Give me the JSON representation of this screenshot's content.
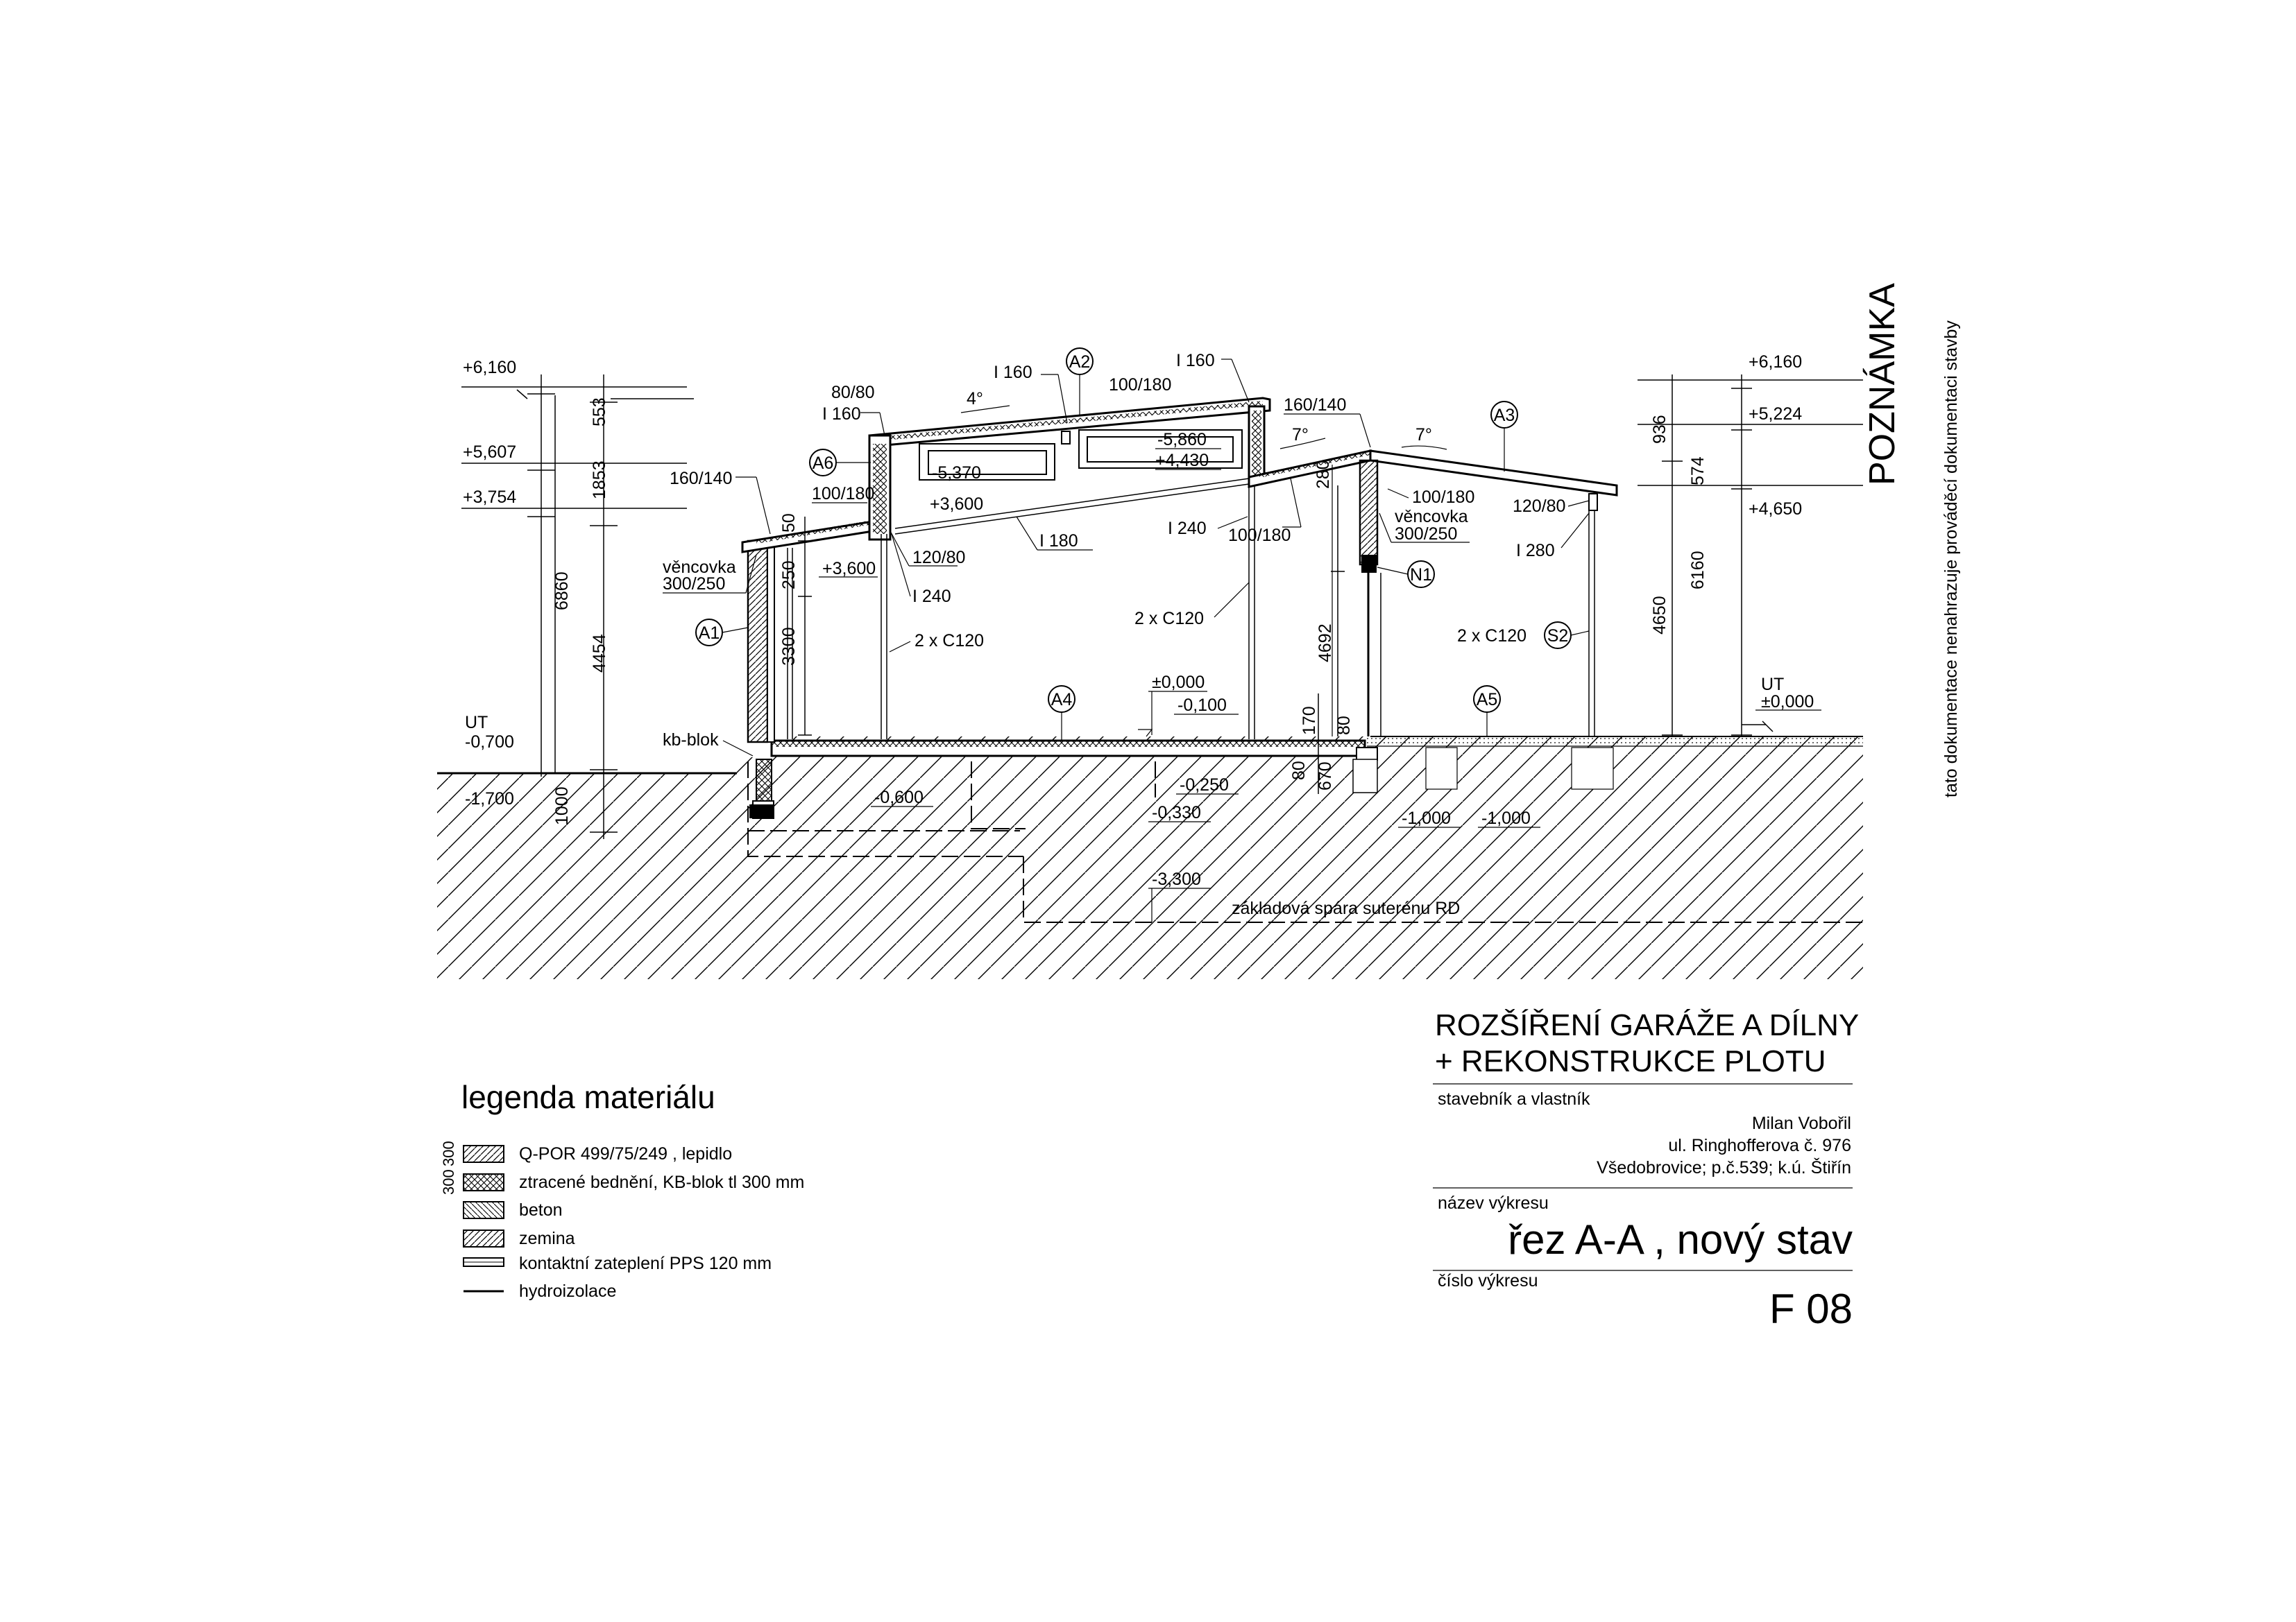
{
  "drawing": {
    "elevations": {
      "left_top": "+6,160",
      "left_mid": "+5,607",
      "left_low": "+3,754",
      "right_top": "+6,160",
      "right_mid": "+5,224",
      "right_low": "+4,650",
      "ut_left_a": "UT",
      "ut_left_b": "-0,700",
      "ut_right_a": "UT",
      "ut_right_b": "±0,000",
      "found_left": "-1,700",
      "e_m0600": "-0,600",
      "e_000": "±0,000",
      "e_m0100": "-0,100",
      "e_m0250": "-0,250",
      "e_m0330": "-0,330",
      "e_m1000a": "-1,000",
      "e_m1000b": "-1,000",
      "e_m3300": "-3,300",
      "e_m5370": "-5,370",
      "e_m5860": "-5,860",
      "e_p4430": "+4,430",
      "e_p3600a": "+3,600",
      "e_p3600b": "+3,600"
    },
    "dimensions": {
      "d553": "553",
      "d1853": "1853",
      "d6860": "6860",
      "d4454": "4454",
      "d1000": "1000",
      "d250": "250",
      "d3300": "3300",
      "d50": "50",
      "d280": "280",
      "d4692": "4692",
      "d170": "170",
      "d80a": "80",
      "d80b": "80",
      "d670": "670",
      "d936": "936",
      "d574": "574",
      "d4650": "4650",
      "d6160": "6160",
      "angle4": "4°",
      "angle7a": "7°",
      "angle7b": "7°"
    },
    "members": {
      "m80_80": "80/80",
      "i160a": "I 160",
      "i160b": "I 160",
      "i160c": "I 160",
      "m100_180a": "100/180",
      "m100_180b": "100/180",
      "m100_180c": "100/180",
      "m100_180d": "100/180",
      "m160_140a": "160/140",
      "m160_140b": "160/140",
      "vencovka_l1": "věncovka",
      "vencovka_l2": "300/250",
      "vencovka_r1": "věncovka",
      "vencovka_r2": "300/250",
      "m120_80a": "120/80",
      "m120_80b": "120/80",
      "i180": "I 180",
      "i240a": "I 240",
      "i240b": "I 240",
      "i280": "I 280",
      "c120a": "2 x C120",
      "c120b": "2 x C120",
      "c120c": "2 x C120",
      "kb_blok": "kb-blok",
      "zakladova": "základová spára suterénu RD"
    },
    "tags": {
      "A1": "A1",
      "A2": "A2",
      "A3": "A3",
      "A4": "A4",
      "A5": "A5",
      "A6": "A6",
      "N1": "N1",
      "S2": "S2"
    }
  },
  "legend": {
    "title": "legenda materiálu",
    "thick_label": "300",
    "items": [
      {
        "pattern": "qpor",
        "label": "Q-POR 499/75/249 , lepidlo"
      },
      {
        "pattern": "kb",
        "label": "ztracené bednění, KB-blok tl 300 mm"
      },
      {
        "pattern": "beton",
        "label": "beton"
      },
      {
        "pattern": "zemina",
        "label": "zemina"
      },
      {
        "pattern": "pps",
        "label": "kontaktní zateplení PPS 120 mm"
      },
      {
        "pattern": "hydro",
        "label": "hydroizolace"
      }
    ]
  },
  "titleblock": {
    "project_line1": "ROZŠÍŘENÍ GARÁŽE A DÍLNY",
    "project_line2": "+ REKONSTRUKCE PLOTU",
    "owner_caption": "stavebník a vlastník",
    "owner_name": "Milan Vobořil",
    "owner_street": "ul. Ringhofferova č. 976",
    "owner_place": "Všedobrovice; p.č.539; k.ú. Štiřín",
    "drawing_name_caption": "název výkresu",
    "drawing_name": "řez A-A , nový stav",
    "drawing_no_caption": "číslo výkresu",
    "drawing_no": "F 08"
  },
  "note": {
    "title": "POZNÁMKA",
    "text": "tato dokumentace nenahrazuje prováděcí dokumentaci stavby"
  }
}
